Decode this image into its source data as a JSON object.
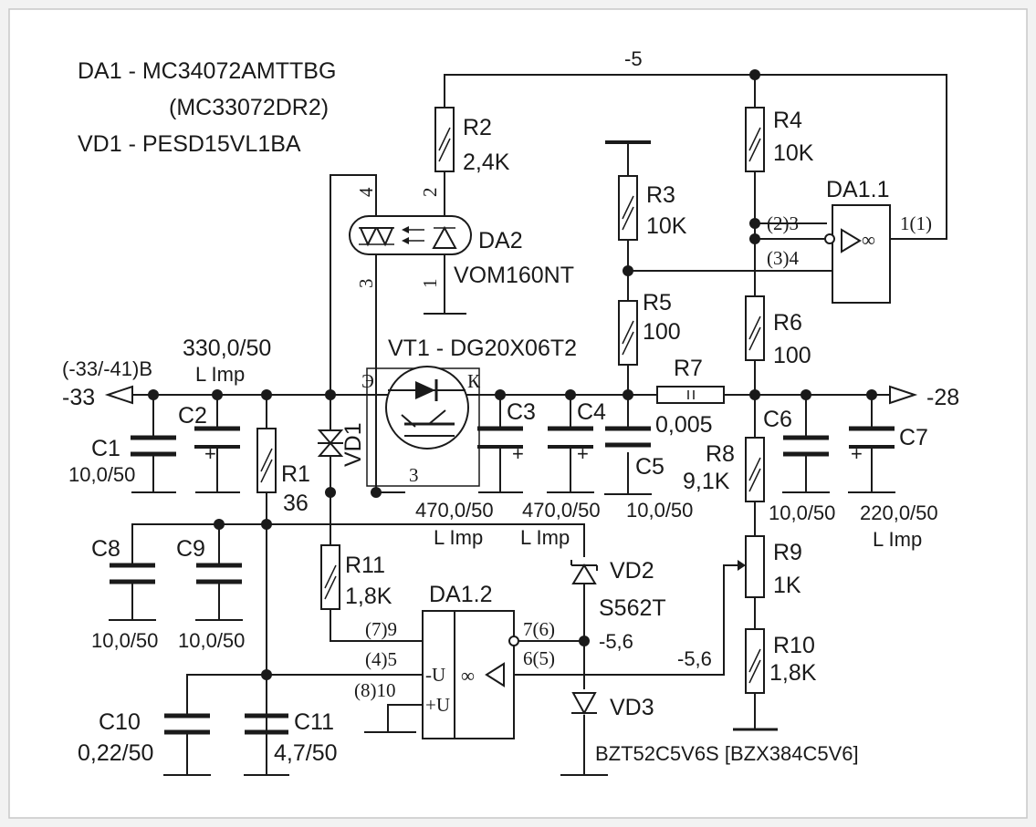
{
  "header": {
    "line1": "DA1 - MC34072AMTTBG",
    "line2": "(MC33072DR2)",
    "line3": "VD1 - PESD15VL1BA"
  },
  "nets": {
    "minus5": "-5",
    "input_range": "(-33/-41)B",
    "input": "-33",
    "output": "-28",
    "vd2_node": "-5,6",
    "r9_node": "-5,6"
  },
  "components": {
    "R1": {
      "name": "R1",
      "value": "36"
    },
    "R2": {
      "name": "R2",
      "value": "2,4K"
    },
    "R3": {
      "name": "R3",
      "value": "10K"
    },
    "R4": {
      "name": "R4",
      "value": "10K"
    },
    "R5": {
      "name": "R5",
      "value": "100"
    },
    "R6": {
      "name": "R6",
      "value": "100"
    },
    "R7": {
      "name": "R7",
      "value": "0,005"
    },
    "R8": {
      "name": "R8",
      "value": "9,1K"
    },
    "R9": {
      "name": "R9",
      "value": "1K"
    },
    "R10": {
      "name": "R10",
      "value": "1,8K"
    },
    "R11": {
      "name": "R11",
      "value": "1,8K"
    },
    "C1": {
      "name": "C1",
      "value": "10,0/50"
    },
    "C2": {
      "name": "C2",
      "value": "330,0/50",
      "note": "L Imp"
    },
    "C3": {
      "name": "C3",
      "value": "470,0/50",
      "note": "L Imp"
    },
    "C4": {
      "name": "C4",
      "value": "470,0/50",
      "note": "L Imp"
    },
    "C5": {
      "name": "C5",
      "value": "10,0/50"
    },
    "C6": {
      "name": "C6",
      "value": "10,0/50"
    },
    "C7": {
      "name": "C7",
      "value": "220,0/50",
      "note": "L Imp"
    },
    "C8": {
      "name": "C8",
      "value": "10,0/50"
    },
    "C9": {
      "name": "C9",
      "value": "10,0/50"
    },
    "C10": {
      "name": "C10",
      "value": "0,22/50"
    },
    "C11": {
      "name": "C11",
      "value": "4,7/50"
    },
    "VD1": {
      "name": "VD1"
    },
    "VD2": {
      "name": "VD2",
      "part": "S562T"
    },
    "VD3": {
      "name": "VD3",
      "part": "BZT52C5V6S [BZX384C5V6]"
    },
    "VT1": {
      "name": "VT1 - DG20X06T2",
      "pin_e": "Э",
      "pin_k": "К",
      "pin_g": "3"
    },
    "DA2": {
      "name": "DA2",
      "part": "VOM160NT",
      "pin1": "1",
      "pin2": "2",
      "pin3": "3",
      "pin4": "4"
    },
    "DA11": {
      "name": "DA1.1",
      "in_inv": "(2)3",
      "in_non": "(3)4",
      "out": "1(1)",
      "sym": "∞"
    },
    "DA12": {
      "name": "DA1.2",
      "p_inv": "(7)9",
      "p_minus": "(4)5",
      "p_plus": "(8)10",
      "o1": "7(6)",
      "o2": "6(5)",
      "minus_u": "-U",
      "plus_u": "+U",
      "sym": "∞"
    }
  }
}
